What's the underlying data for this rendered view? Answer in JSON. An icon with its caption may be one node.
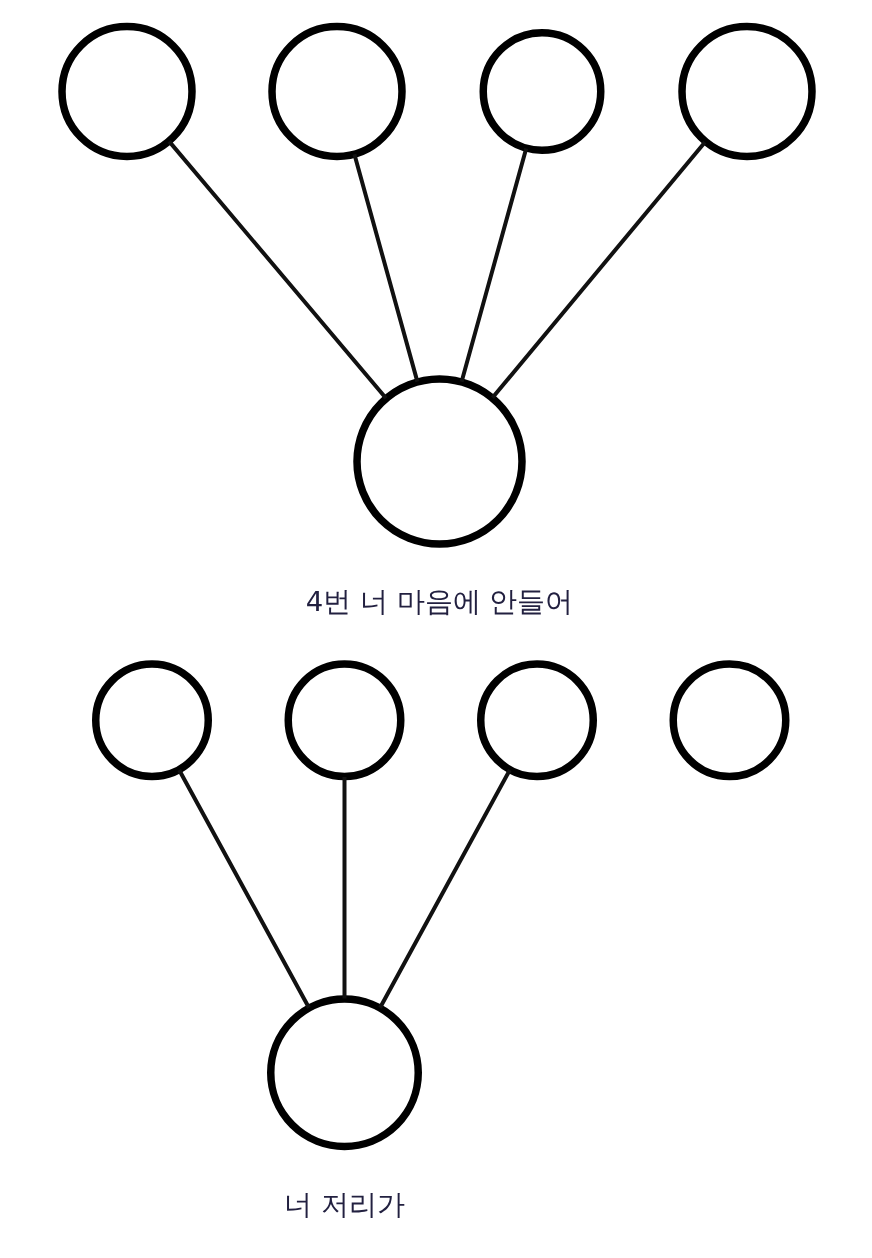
{
  "diagram": {
    "nodes": [
      {
        "text": [],
        "shape": "circle"
      },
      {
        "text": [],
        "shape": "circle"
      },
      {
        "text": [],
        "shape": "circle"
      },
      {
        "text": [],
        "shape": "circle"
      },
      {
        "text": [],
        "shape": "circle"
      },
      {
        "text": [],
        "shape": "circle"
      },
      {
        "text": [],
        "shape": "circle"
      },
      {
        "text": [],
        "shape": "circle"
      },
      {
        "text": [],
        "shape": "circle"
      },
      {
        "text": [],
        "shape": "circle"
      }
    ],
    "edges": [
      {
        "from": 0,
        "to": 4,
        "arrow": "none"
      },
      {
        "from": 1,
        "to": 4,
        "arrow": "none"
      },
      {
        "from": 2,
        "to": 4,
        "arrow": "none"
      },
      {
        "from": 3,
        "to": 4,
        "arrow": "none"
      },
      {
        "from": 5,
        "to": 9,
        "arrow": "none"
      },
      {
        "from": 6,
        "to": 9,
        "arrow": "none"
      },
      {
        "from": 7,
        "to": 9,
        "arrow": "none"
      }
    ],
    "labels": [
      "4번 너 마음에 안들어",
      "너 저리가"
    ]
  }
}
